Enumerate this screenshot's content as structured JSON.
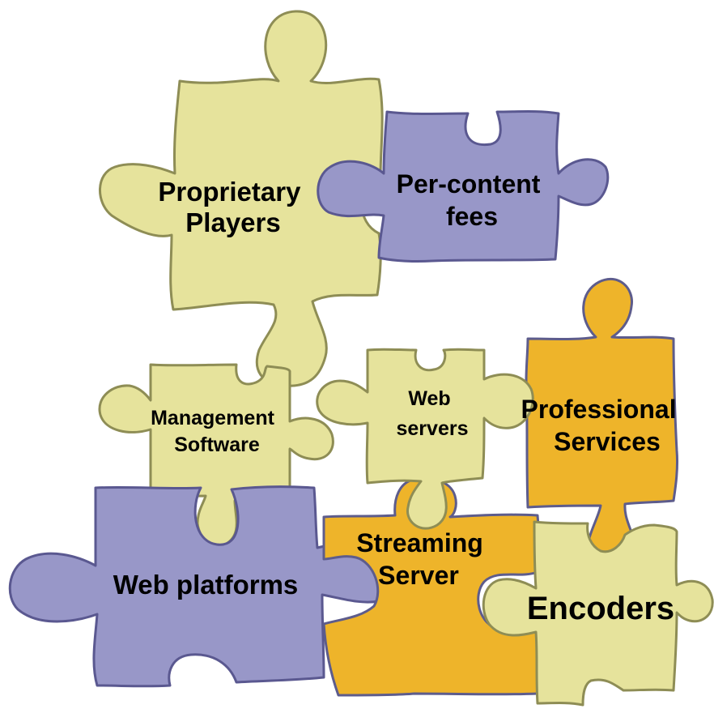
{
  "colors": {
    "yellow": "#E6E39C",
    "yellow_stroke": "#8E8D55",
    "purple": "#9897C8",
    "purple_stroke": "#5A5890",
    "orange": "#EEB42A",
    "orange_stroke": "#5D5C8C",
    "text": "#000000"
  },
  "pieces": {
    "proprietary_players": {
      "line1": "Proprietary",
      "line2": "Players",
      "color": "yellow"
    },
    "per_content_fees": {
      "line1": "Per-content",
      "line2": "fees",
      "color": "purple"
    },
    "professional_services": {
      "line1": "Professional",
      "line2": "Services",
      "color": "orange"
    },
    "management_software": {
      "line1": "Management",
      "line2": "Software",
      "color": "yellow"
    },
    "web_servers": {
      "line1": "Web",
      "line2": "servers",
      "color": "yellow"
    },
    "web_platforms": {
      "line1": "Web platforms",
      "color": "purple"
    },
    "streaming_server": {
      "line1": "Streaming",
      "line2": "Server",
      "color": "orange"
    },
    "encoders": {
      "line1": "Encoders",
      "color": "yellow"
    }
  }
}
